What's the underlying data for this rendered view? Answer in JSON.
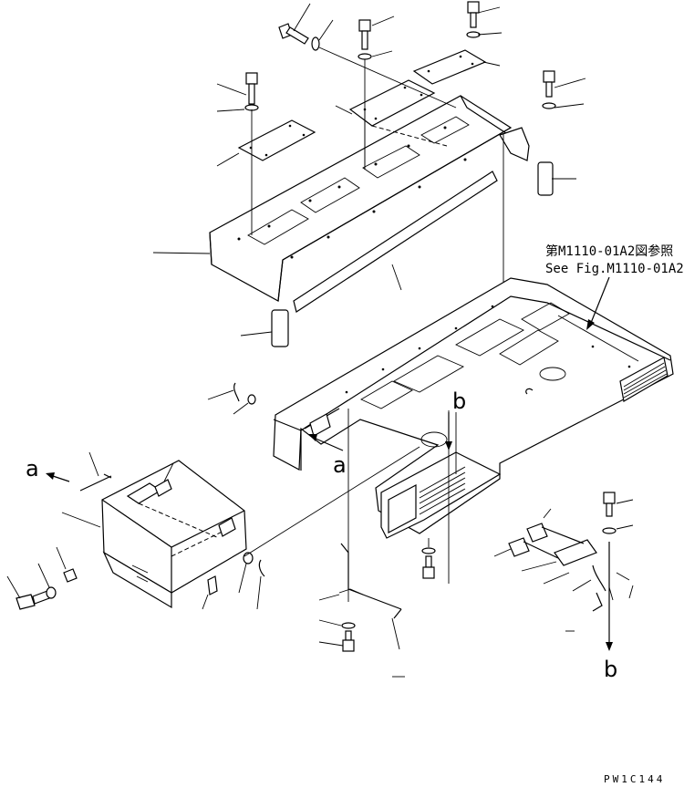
{
  "reference": {
    "jp": "第M1110-01A2図参照",
    "en": "See Fig.M1110-01A2"
  },
  "arrows": {
    "a_left": "a",
    "a_mid": "a",
    "b_top": "b",
    "b_bottom": "b"
  },
  "drawing_code": "PW1C144"
}
